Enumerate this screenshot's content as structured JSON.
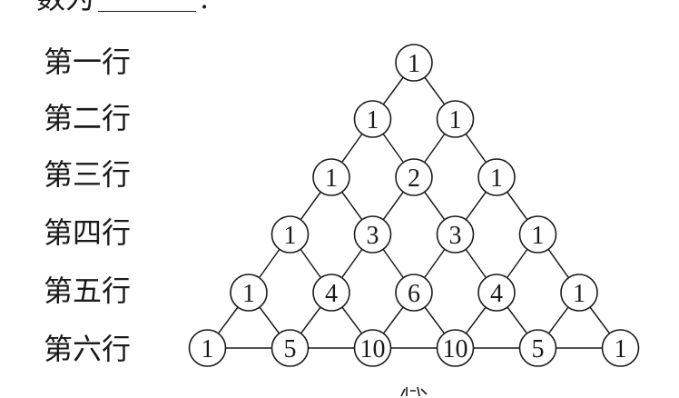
{
  "top": {
    "prefix": "数为",
    "suffix": "."
  },
  "rows": [
    {
      "label": "第一行",
      "values": [
        "1"
      ]
    },
    {
      "label": "第二行",
      "values": [
        "1",
        "1"
      ]
    },
    {
      "label": "第三行",
      "values": [
        "1",
        "2",
        "1"
      ]
    },
    {
      "label": "第四行",
      "values": [
        "1",
        "3",
        "3",
        "1"
      ]
    },
    {
      "label": "第五行",
      "values": [
        "1",
        "4",
        "6",
        "4",
        "1"
      ]
    },
    {
      "label": "第六行",
      "values": [
        "1",
        "5",
        "10",
        "10",
        "5",
        "1"
      ]
    }
  ],
  "colors": {
    "ink": "#1a1a1a",
    "background": "#ffffff"
  }
}
